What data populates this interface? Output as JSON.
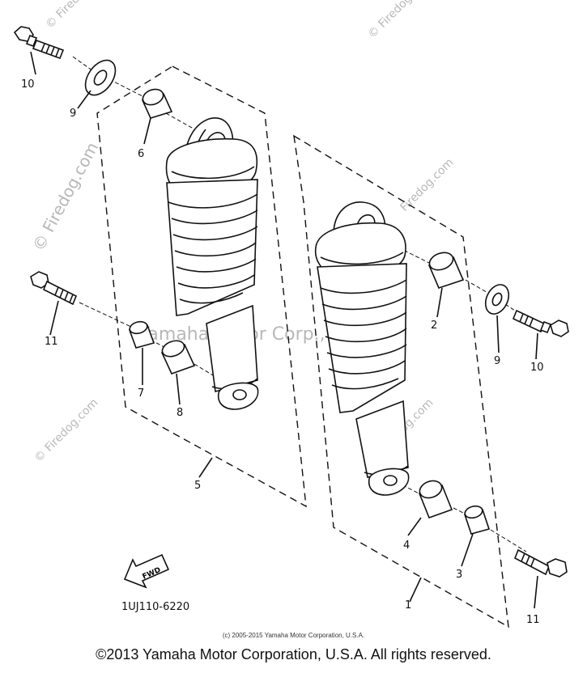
{
  "labels": {
    "p1": "1",
    "p2": "2",
    "p3": "3",
    "p4": "4",
    "p5": "5",
    "p6": "6",
    "p7": "7",
    "p8": "8",
    "p9a": "9",
    "p9b": "9",
    "p10a": "10",
    "p10b": "10",
    "p11a": "11",
    "p11b": "11"
  },
  "diagram_code": "1UJ110-6220",
  "fwd_label": "FWD",
  "watermarks": {
    "firedog": "© Firedog.com",
    "firedog_plain": "Firedog.com",
    "yamaha": "Yamaha Motor Corp., U.S.A."
  },
  "small_copyright": "(c) 2005-2015 Yamaha Motor Corporation, U.S.A.",
  "big_copyright": "©2013 Yamaha Motor Corporation, U.S.A. All rights reserved."
}
